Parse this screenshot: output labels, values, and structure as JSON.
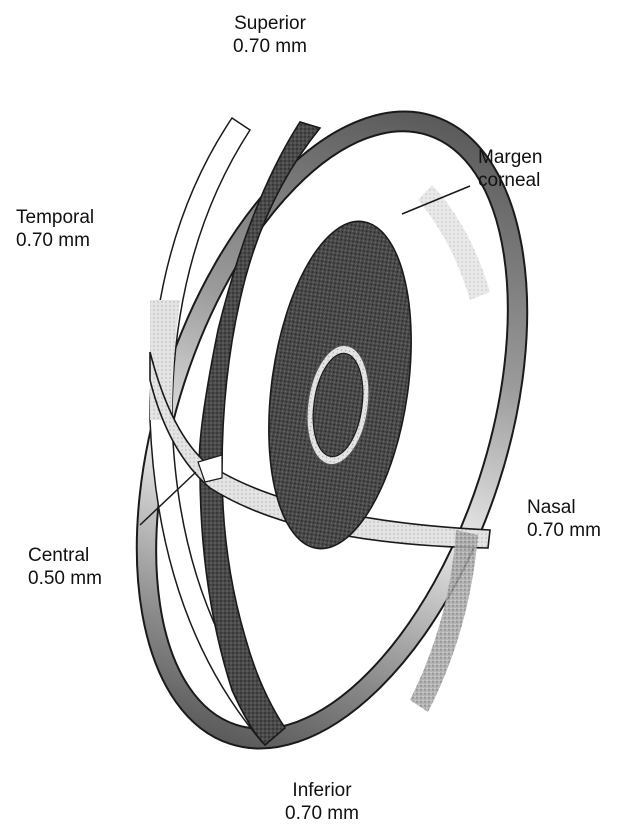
{
  "labels": {
    "superior": {
      "name": "Superior",
      "value": "0.70 mm"
    },
    "temporal": {
      "name": "Temporal",
      "value": "0.70 mm"
    },
    "margen": {
      "line1": "Margen",
      "line2": "corneal"
    },
    "nasal": {
      "name": "Nasal",
      "value": "0.70 mm"
    },
    "central": {
      "name": "Central",
      "value": "0.50 mm"
    },
    "inferior": {
      "name": "Inferior",
      "value": "0.70 mm"
    }
  },
  "colors": {
    "dark_stipple": "#3a3a3a",
    "mid_stipple": "#8c8c8c",
    "light_stipple": "#c9c9c9",
    "line": "#1a1a1a"
  }
}
